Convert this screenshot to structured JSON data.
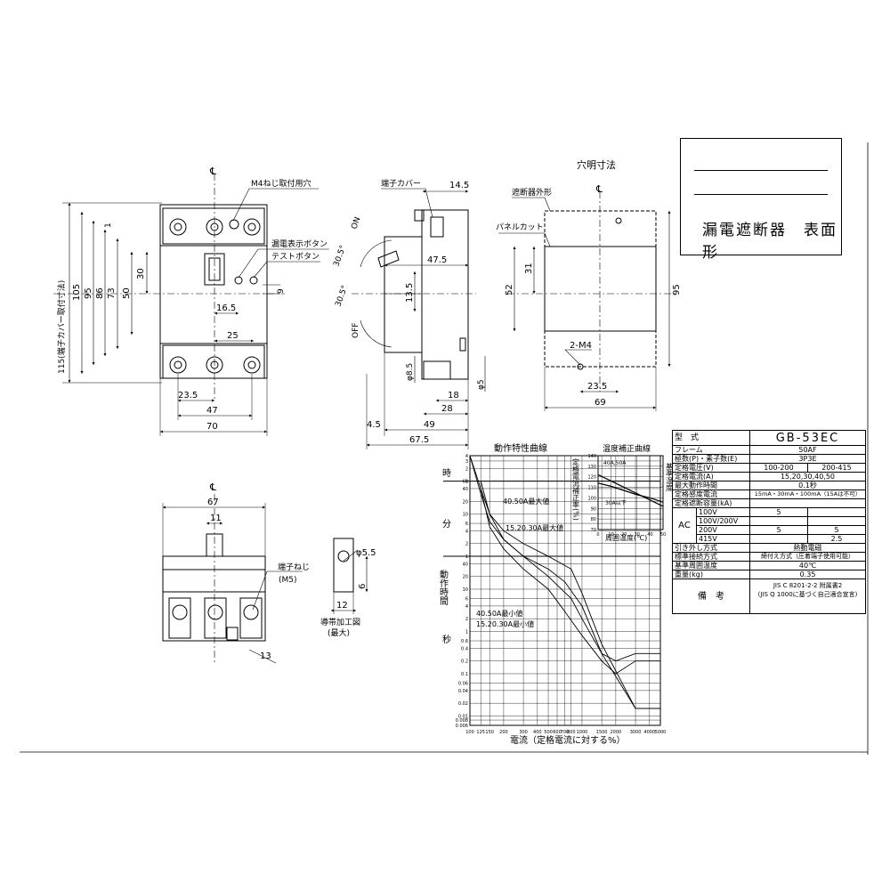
{
  "title_block": {
    "product_name": "漏電遮断器　表面形"
  },
  "front_view": {
    "center_mark": "℄",
    "callouts": {
      "mount_hole": "M4ねじ取付用穴",
      "leak_indicator": "漏電表示ボタン",
      "test_button": "テストボタン"
    },
    "dims": {
      "h115": "115(端子カバー取付寸法)",
      "h105": "105",
      "h95": "95",
      "h86": "86",
      "h73": "73",
      "h50": "50",
      "h30": "30",
      "h1": "1",
      "h9": "9",
      "w16_5": "16.5",
      "w25": "25",
      "w23_5": "23.5",
      "w47": "47",
      "w70": "70"
    }
  },
  "side_view": {
    "callouts": {
      "terminal_cover": "端子カバー",
      "on": "ON",
      "off": "OFF"
    },
    "dims": {
      "d14_5": "14.5",
      "a30_5_top": "30.5°",
      "a30_5_bot": "30.5°",
      "d47_5": "47.5",
      "d13_5": "13.5",
      "d8_5": "φ8.5",
      "d5": "φ5",
      "d18": "18",
      "d28": "28",
      "d4_5": "4.5",
      "d49": "49",
      "d67_5": "67.5"
    }
  },
  "hole_view": {
    "title": "穴明寸法",
    "callouts": {
      "outline": "遮断器外形",
      "panel_cut": "パネルカット",
      "m4": "2-M4"
    },
    "dims": {
      "d52": "52",
      "d31": "31",
      "d95": "95",
      "d23_5": "23.5",
      "d69": "69"
    }
  },
  "bottom_view": {
    "callouts": {
      "terminal_screw": "端子ねじ",
      "m5": "(M5)",
      "bar_title": "導帯加工図",
      "bar_sub": "(最大)"
    },
    "dims": {
      "d67": "67",
      "d11": "11",
      "d13": "13",
      "d5_5": "φ5.5",
      "d6": "6",
      "d12": "12"
    }
  },
  "chart_data": [
    {
      "type": "line",
      "title": "動作特性曲線",
      "xlabel": "電流（定格電流に対する%）",
      "ylabel_parts": [
        "時",
        "分",
        "動作時間",
        "秒"
      ],
      "x_scale": "log",
      "x_ticks": [
        "100",
        "125",
        "150",
        "200",
        "300",
        "400",
        "500",
        "600",
        "700",
        "800",
        "1000",
        "1500",
        "2000",
        "3000",
        "4000",
        "5000"
      ],
      "y_ticks_hours": [
        "4",
        "3",
        "2",
        "1"
      ],
      "y_ticks_minutes": [
        "60",
        "40",
        "20",
        "10",
        "6",
        "4",
        "2",
        "1"
      ],
      "y_ticks_seconds": [
        "40",
        "20",
        "10",
        "6",
        "4",
        "2",
        "1",
        "0.6",
        "0.4",
        "0.2",
        "0.1",
        "0.06",
        "0.04",
        "0.02",
        "0.01",
        "0.008",
        "0.006"
      ],
      "annotations": [
        "40.50A最大値",
        "15.20.30A最大値",
        "40.50A最小値",
        "15.20.30A最小値"
      ],
      "series": [
        {
          "name": "40.50A最大値",
          "x": [
            100,
            125,
            150,
            200,
            300,
            500,
            800,
            1000,
            1500,
            3000,
            5000
          ],
          "y": [
            14400,
            2400,
            600,
            240,
            120,
            60,
            30,
            8,
            0.5,
            0.015,
            0.015
          ]
        },
        {
          "name": "15.20.30A最大値",
          "x": [
            100,
            125,
            150,
            200,
            300,
            500,
            700,
            1000,
            1500,
            3000,
            5000
          ],
          "y": [
            14400,
            1800,
            400,
            150,
            60,
            30,
            15,
            4,
            0.3,
            0.015,
            0.015
          ]
        },
        {
          "name": "40.50A最小値",
          "x": [
            125,
            150,
            200,
            300,
            500,
            800,
            1000,
            1500,
            2000,
            3000,
            5000
          ],
          "y": [
            3600,
            600,
            150,
            60,
            20,
            6,
            2,
            0.3,
            0.2,
            0.3,
            0.3
          ]
        },
        {
          "name": "15.20.30A最小値",
          "x": [
            125,
            150,
            200,
            300,
            500,
            700,
            1000,
            1500,
            2000,
            3000,
            5000
          ],
          "y": [
            2400,
            300,
            90,
            30,
            10,
            3,
            0.8,
            0.2,
            0.1,
            0.2,
            0.2
          ]
        }
      ]
    },
    {
      "type": "line",
      "title": "温度補正曲線",
      "xlabel": "周囲温度(℃)",
      "ylabel": "定格電流補正率(%)",
      "x_ticks": [
        "0",
        "10",
        "20",
        "30",
        "40",
        "50"
      ],
      "y_ticks": [
        "140",
        "130",
        "120",
        "110",
        "100",
        "90",
        "80",
        "70"
      ],
      "legend_labels": [
        "基準温度"
      ],
      "annotations": [
        "40A,50A",
        "30A以下"
      ],
      "xlim": [
        0,
        50
      ],
      "ylim": [
        70,
        140
      ],
      "series": [
        {
          "name": "40A,50A",
          "x": [
            0,
            10,
            20,
            30,
            40,
            50
          ],
          "y": [
            122,
            116,
            110,
            104,
            98,
            92
          ]
        },
        {
          "name": "30A以下",
          "x": [
            0,
            10,
            20,
            30,
            40,
            50
          ],
          "y": [
            114,
            111,
            107,
            103,
            100,
            96
          ]
        }
      ]
    }
  ],
  "spec_table": {
    "header": {
      "label": "型　式",
      "value": "GB-53EC"
    },
    "rows": [
      {
        "label": "フレーム",
        "value": "50AF"
      },
      {
        "label": "極数(P)・素子数(E)",
        "value": "3P3E"
      },
      {
        "label": "定格電圧(V)",
        "v1": "100-200",
        "v2": "200-415"
      },
      {
        "label": "定格電流(A)",
        "value": "15,20,30,40,50"
      },
      {
        "label": "最大動作時間",
        "value": "0.1秒"
      },
      {
        "label": "定格感度電流",
        "value": "15mA・30mA・100mA（15Aは不可）"
      },
      {
        "label": "定格遮断容量(kA)",
        "value": ""
      }
    ],
    "ac_label": "AC",
    "ac_rows": [
      {
        "v": "100V",
        "a": "5",
        "b": ""
      },
      {
        "v": "100V/200V",
        "a": "",
        "b": ""
      },
      {
        "v": "200V",
        "a": "5",
        "b": "5"
      },
      {
        "v": "415V",
        "a": "",
        "b": "2.5"
      }
    ],
    "rows2": [
      {
        "label": "引き外し方式",
        "value": "熱動電磁"
      },
      {
        "label": "標準接続方式",
        "value": "締付え方式（圧着端子使用可能）"
      },
      {
        "label": "基準周囲温度",
        "value": "40℃"
      },
      {
        "label": "重量(kg)",
        "value": "0.35"
      }
    ],
    "remarks": {
      "label": "備　考",
      "line1": "JIS C 8201-2-2 附属書2",
      "line2": "(JIS Q 1000に基づく自己適合宣言)"
    }
  }
}
